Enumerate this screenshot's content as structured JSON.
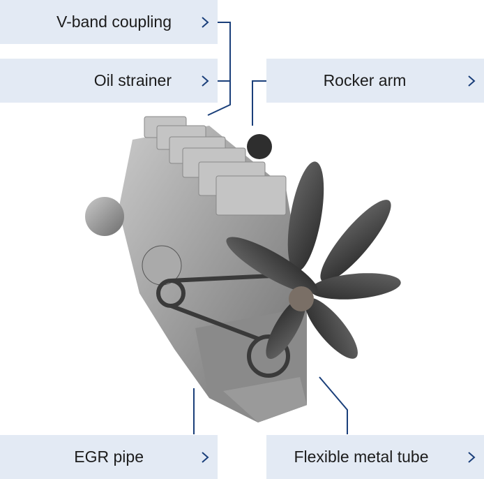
{
  "callouts": [
    {
      "label": "V-band coupling"
    },
    {
      "label": "Oil strainer"
    },
    {
      "label": "Rocker arm"
    },
    {
      "label": "EGR pipe"
    },
    {
      "label": "Flexible metal tube"
    }
  ],
  "colors": {
    "box": "#e3eaf4",
    "line": "#1a3f7a",
    "chevron": "#1a3f7a"
  },
  "image": {
    "subject": "diesel-engine"
  }
}
